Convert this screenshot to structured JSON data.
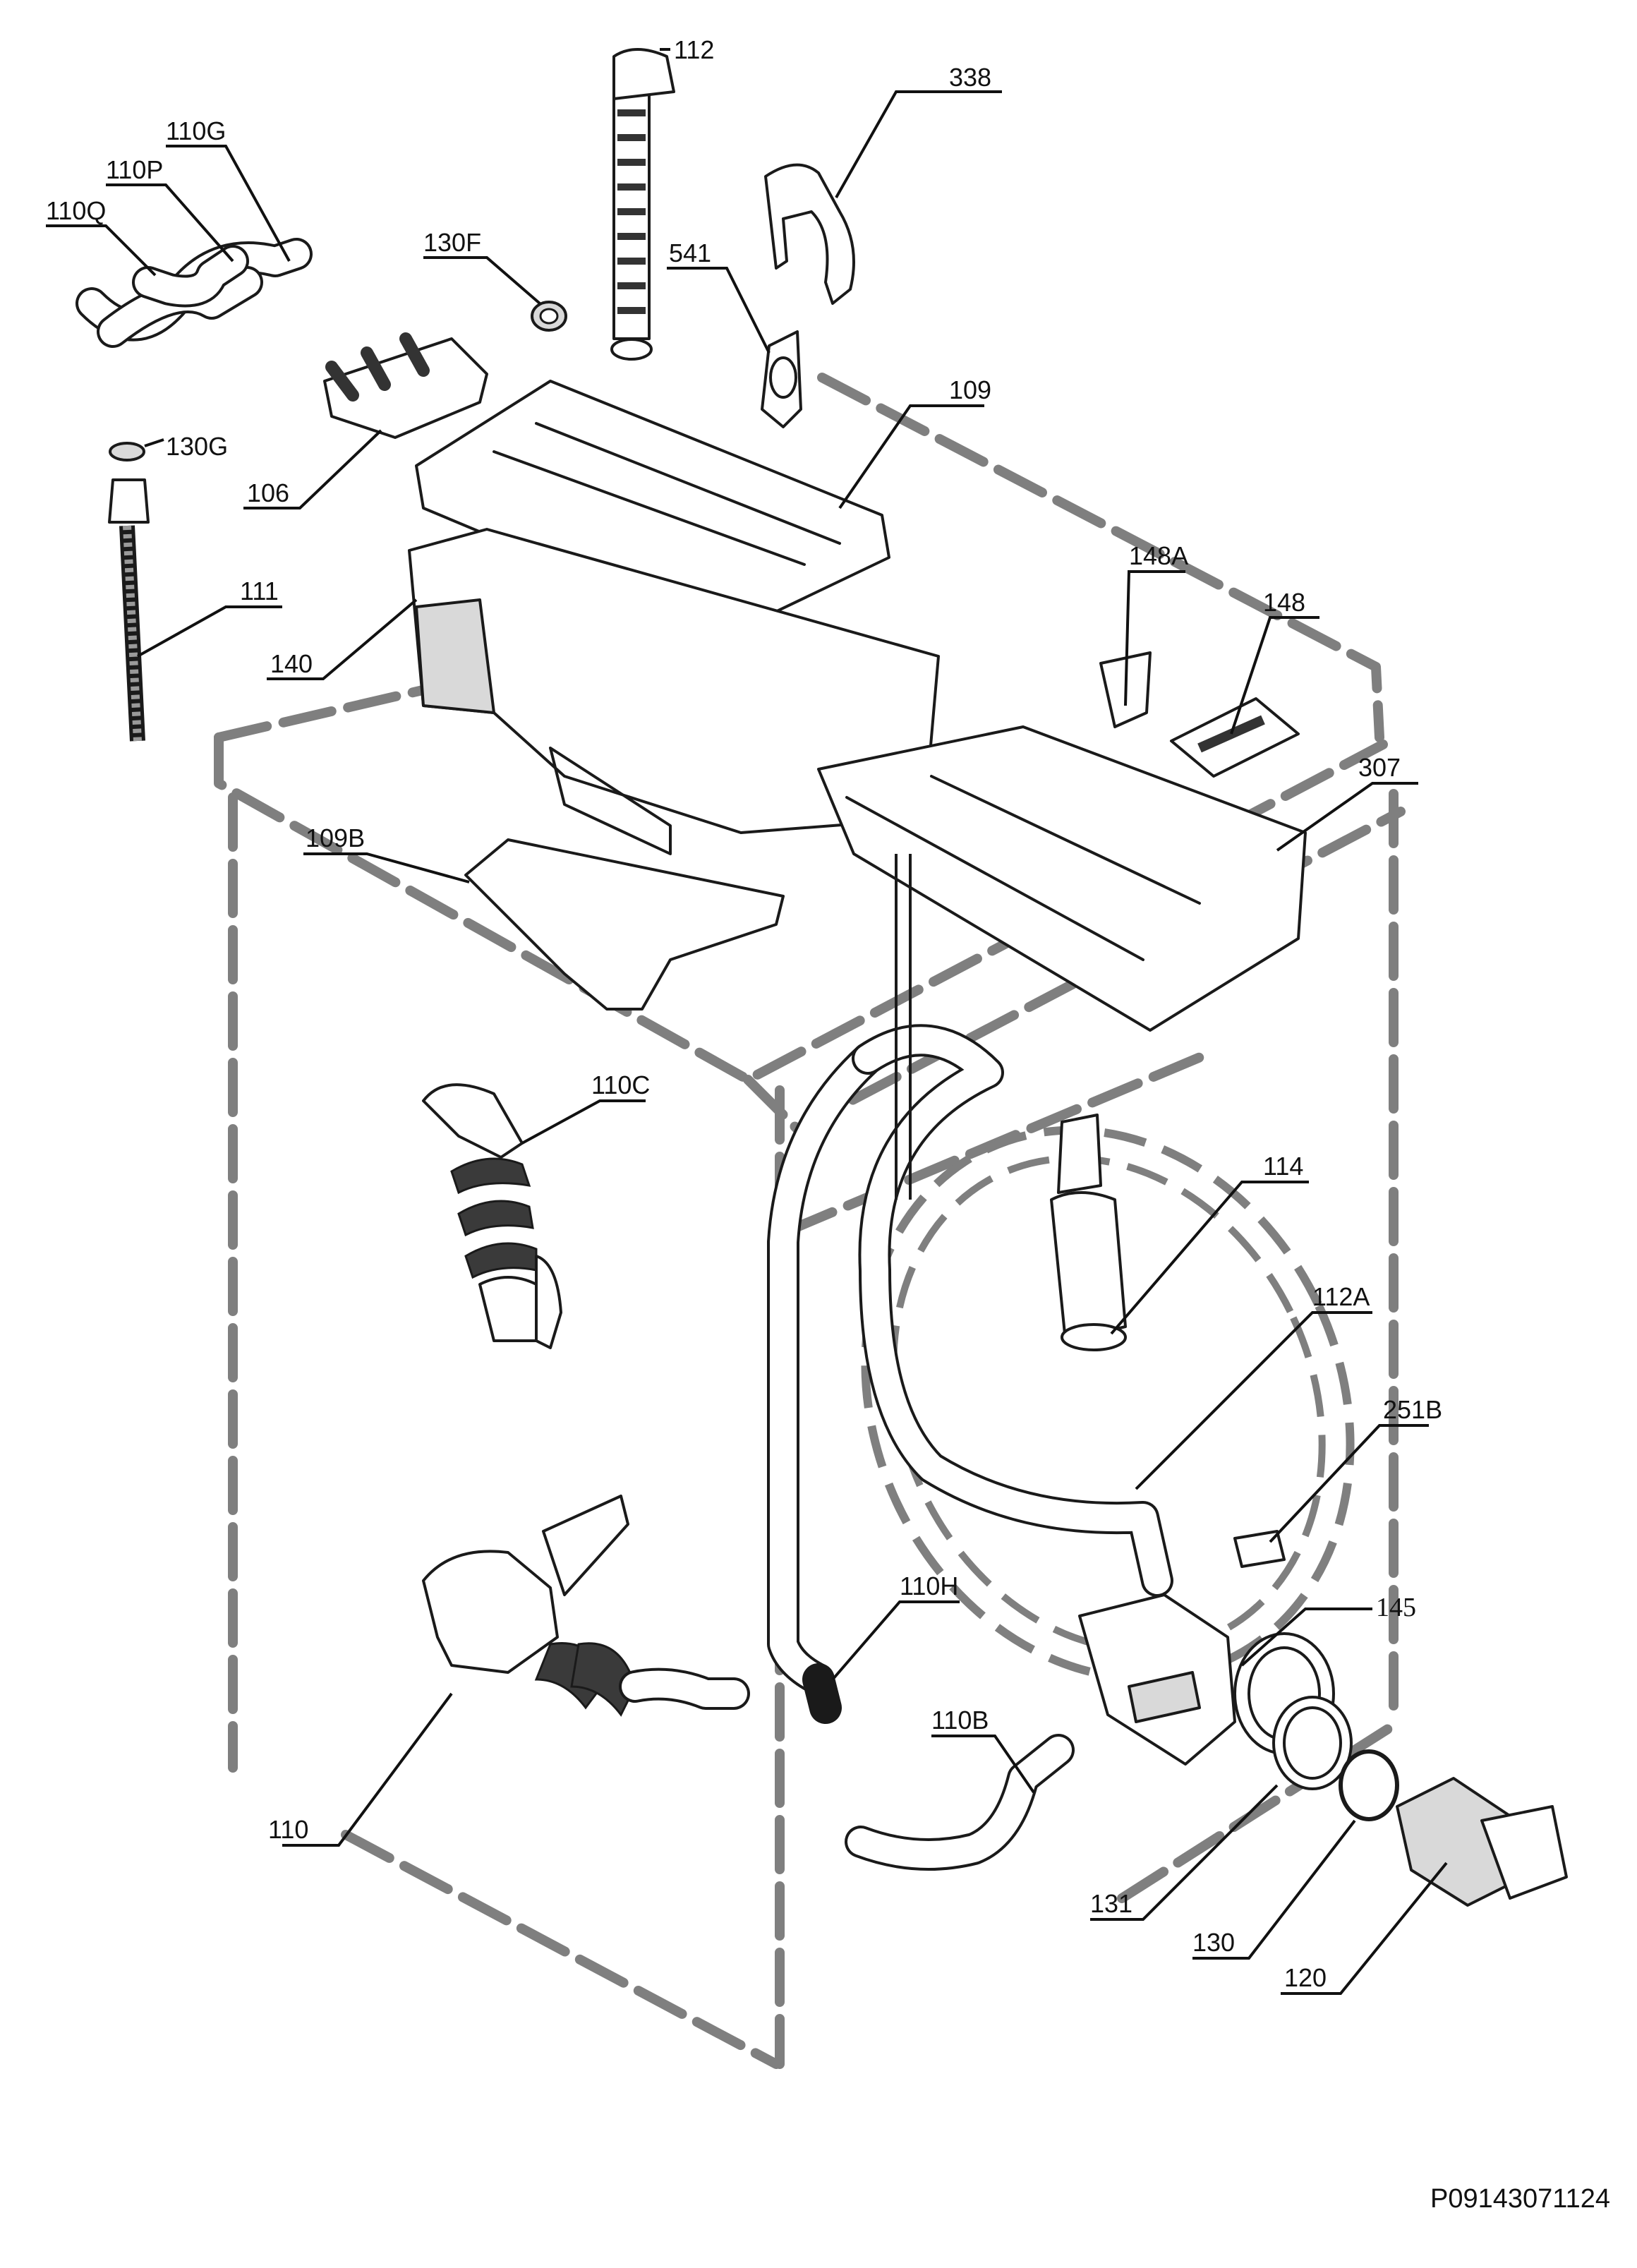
{
  "diagram": {
    "reference_code": "P09143071124",
    "part_labels": {
      "p112": "112",
      "p338": "338",
      "p110G": "110G",
      "p110P": "110P",
      "p110Q": "110Q",
      "p130F": "130F",
      "p541": "541",
      "p109": "109",
      "p130G": "130G",
      "p106": "106",
      "p111": "111",
      "p140": "140",
      "p148A": "148A",
      "p148": "148",
      "p307": "307",
      "p109B": "109B",
      "p110C": "110C",
      "p114": "114",
      "p112A": "112A",
      "p251B": "251B",
      "p145": "145",
      "p110H": "110H",
      "p110B": "110B",
      "p110": "110",
      "p131": "131",
      "p130": "130",
      "p120": "120"
    }
  }
}
